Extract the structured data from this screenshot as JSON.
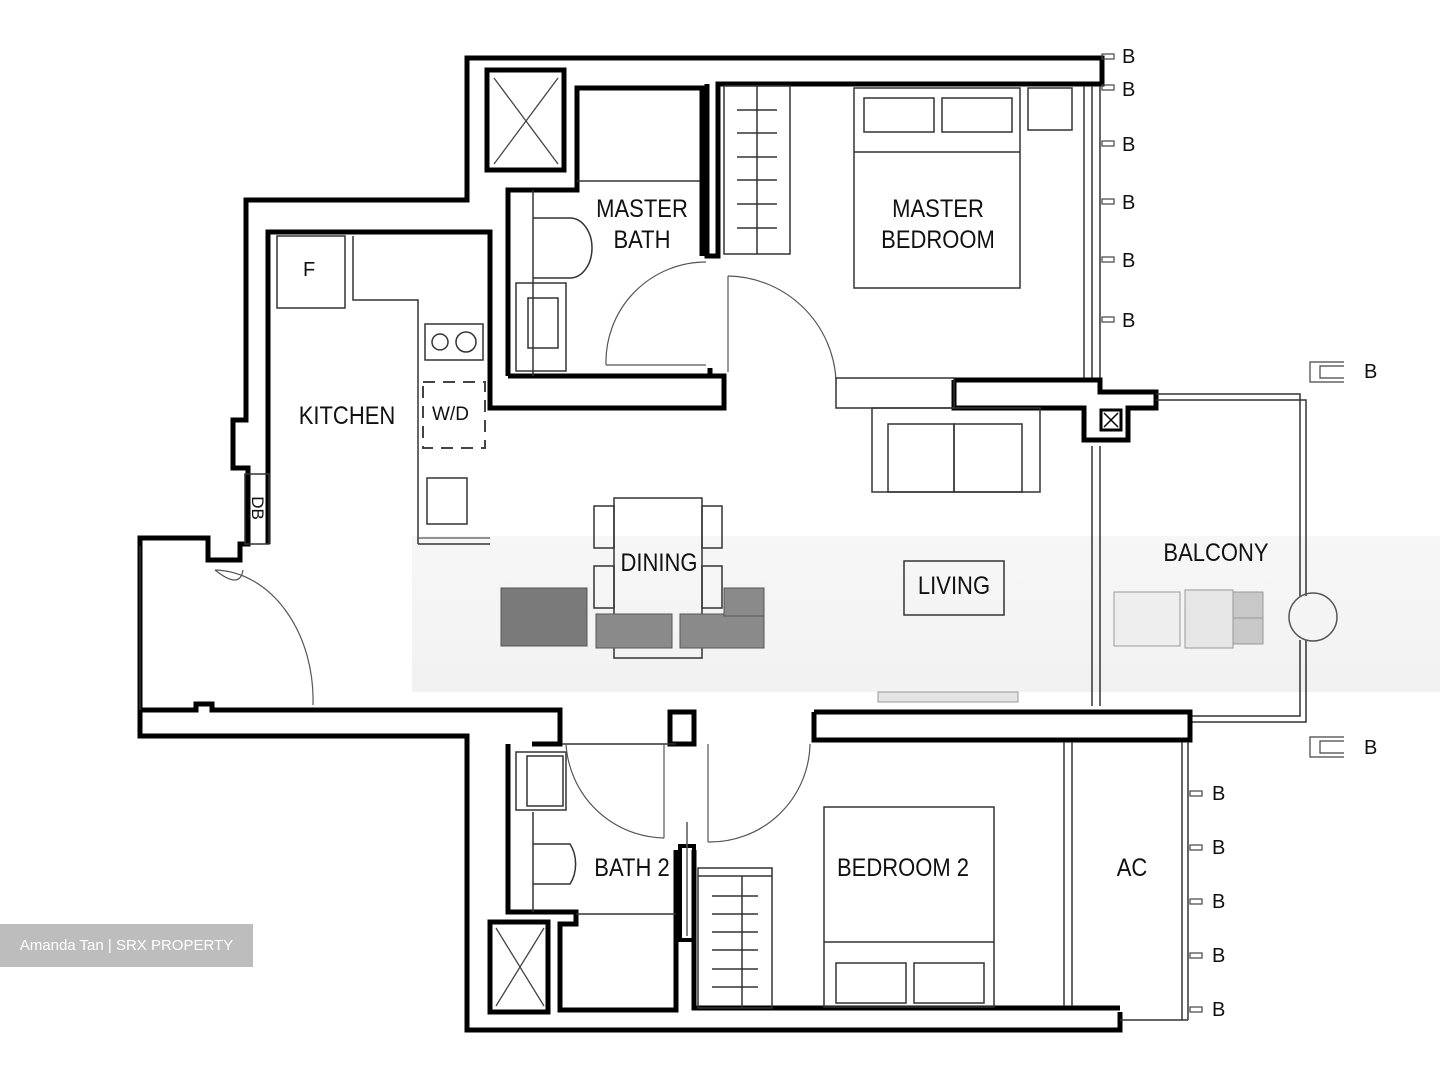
{
  "floor_plan": {
    "rooms": {
      "master_bath": "MASTER\nBATH",
      "master_bath_line1": "MASTER",
      "master_bath_line2": "BATH",
      "master_bedroom_line1": "MASTER",
      "master_bedroom_line2": "BEDROOM",
      "kitchen": "KITCHEN",
      "dining": "DINING",
      "living": "LIVING",
      "balcony": "BALCONY",
      "bath_2": "BATH 2",
      "bedroom_2": "BEDROOM 2",
      "ac": "AC"
    },
    "fixtures": {
      "fridge": "F",
      "washer_dryer": "W/D",
      "distribution_board": "DB"
    },
    "bay_markers": {
      "label": "B",
      "master_bedroom_side": [
        "B",
        "B",
        "B",
        "B",
        "B",
        "B"
      ],
      "balcony_side": [
        "B",
        "B"
      ],
      "ac_side": [
        "B",
        "B",
        "B",
        "B",
        "B"
      ]
    }
  },
  "watermark": {
    "text": "Amanda Tan | SRX PROPERTY"
  }
}
